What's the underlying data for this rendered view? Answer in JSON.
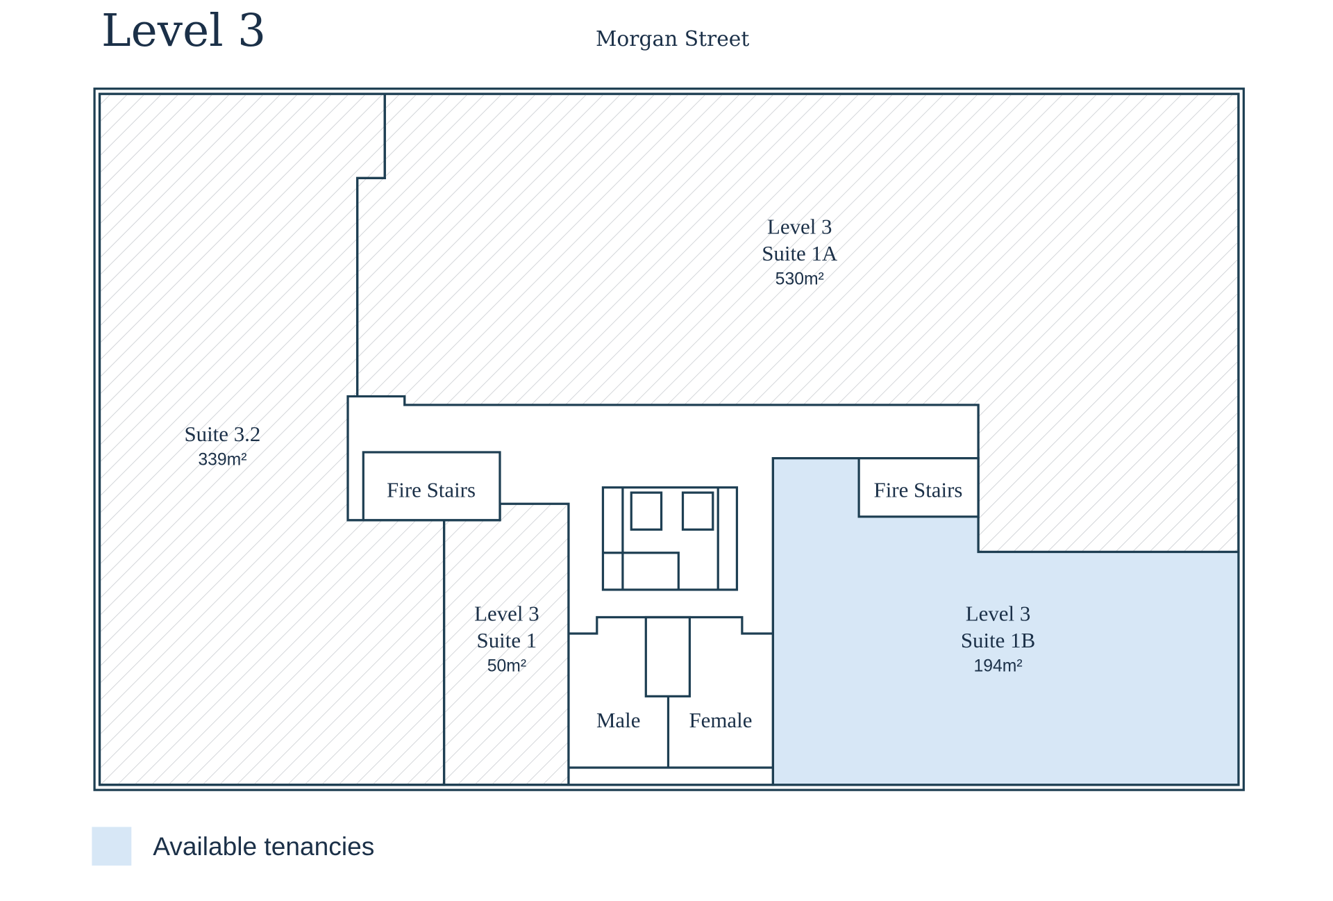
{
  "title": "Level 3",
  "street": "Morgan Street",
  "colors": {
    "line": "#1e3f53",
    "available": "#d7e7f6",
    "hatch": "#c9ccd0",
    "text": "#1b3048"
  },
  "suites": {
    "suite32": {
      "name": "Suite 3.2",
      "area": "339m²",
      "available": false
    },
    "suite1a": {
      "line1": "Level 3",
      "line2": "Suite 1A",
      "area": "530m²",
      "available": false
    },
    "suite1": {
      "line1": "Level 3",
      "line2": "Suite 1",
      "area": "50m²",
      "available": false
    },
    "suite1b": {
      "line1": "Level 3",
      "line2": "Suite 1B",
      "area": "194m²",
      "available": true
    }
  },
  "rooms": {
    "fire_stairs_left": "Fire Stairs",
    "fire_stairs_right": "Fire Stairs",
    "male": "Male",
    "female": "Female"
  },
  "legend": {
    "label": "Available tenancies"
  }
}
